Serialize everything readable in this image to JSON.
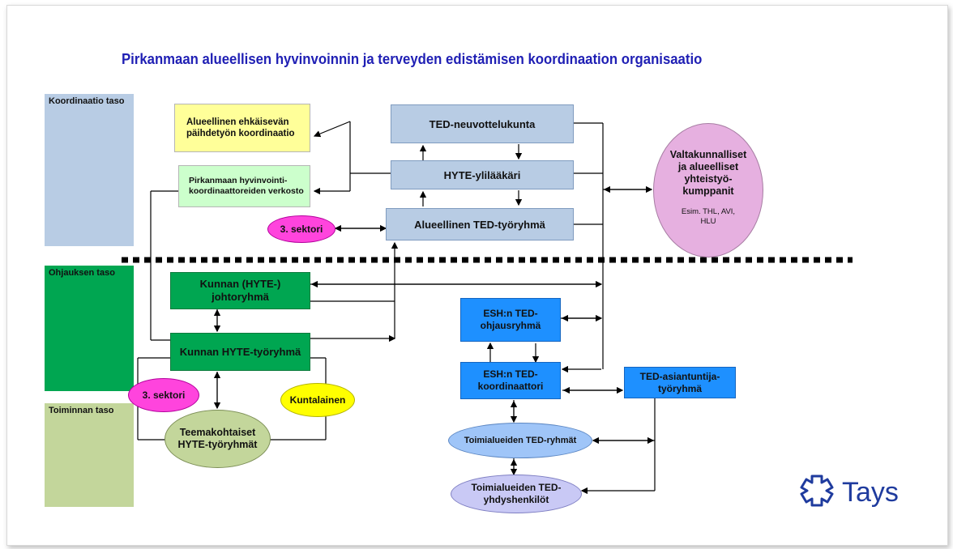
{
  "title": "Pirkanmaan alueellisen hyvinvoinnin ja terveyden edistämisen koordinaation organisaatio",
  "tiers": {
    "koordinaatio": "Koordinaatio taso",
    "ohjauksen": "Ohjauksen taso",
    "toiminnan": "Toiminnan taso"
  },
  "nodes": {
    "ehkaiseva": "Alueellinen ehkäisevän päihdetyön koordinaatio",
    "verkosto": "Pirkanmaan hyvinvointi-koordinaattoreiden verkosto",
    "sektori1": "3. sektori",
    "neuvottelukunta": "TED-neuvottelukunta",
    "ylilaakari": "HYTE-ylilääkäri",
    "tyoryhma_alue": "Alueellinen TED-työryhmä",
    "valtakunnalliset": "Valtakunnalliset ja alueelliset yhteistyö-kumppanit",
    "valtakunnalliset_sub": "Esim. THL,  AVI, HLU",
    "johtoryhma": "Kunnan (HYTE-) johtoryhmä",
    "hyte_tyoryhma": "Kunnan HYTE-työryhmä",
    "sektori2": "3. sektori",
    "kuntalainen": "Kuntalainen",
    "teema": "Teemakohtaiset HYTE-työryhmät",
    "esh_ohjaus": "ESH:n TED-ohjausryhmä",
    "esh_koord": "ESH:n TED-koordinaattori",
    "asiantuntija": "TED-asiantuntija-työryhmä",
    "toimialue_ryhmat": "Toimialueiden TED-ryhmät",
    "yhdyshenkilot": "Toimialueiden TED-yhdyshenkilöt"
  },
  "logo": {
    "text": "Tays",
    "icon": "tays-logo-icon"
  },
  "colors": {
    "title": "#1f1fb4",
    "tier_koordinaatio": "#b8cce4",
    "tier_ohjauksen": "#00a651",
    "tier_toiminnan": "#c3d69b",
    "yellow": "#ffff99",
    "mint": "#ccffcc",
    "magenta": "#ff44dd",
    "pink": "#e6b0e0",
    "esh_blue": "#1e90ff",
    "olive": "#c3d69b",
    "light_blue_ellipse": "#9fc5f8",
    "lavender": "#c9c9f5"
  }
}
